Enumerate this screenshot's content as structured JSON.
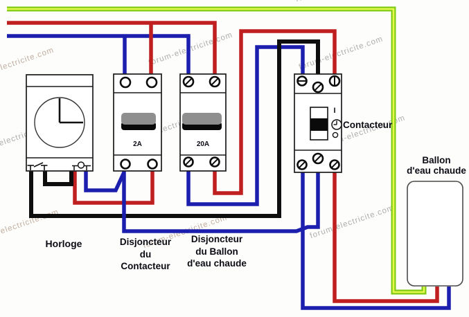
{
  "watermark": {
    "text": "forum-electricite.com"
  },
  "colors": {
    "red": "#bf1f1f",
    "blue": "#1c1fae",
    "green": "#7fca12",
    "green_core": "#e4f84e",
    "black": "#0e0e0e",
    "box": "#1a1a1a",
    "ballon_box": "#4a4a4a",
    "rocker_gray": "#8f8f8f",
    "label": "#0b0b14",
    "wm_gray": "#9a9a9a",
    "wm_tan": "#b29a87"
  },
  "labels": {
    "horloge": "Horloge",
    "disjoncteur_contacteur": [
      "Disjoncteur",
      "du",
      "Contacteur"
    ],
    "disjoncteur_ballon": [
      "Disjoncteur",
      "du Ballon",
      "d'eau chaude"
    ],
    "contacteur": "Contacteur",
    "ballon": [
      "Ballon",
      "d'eau chaude"
    ],
    "breaker_left_rating": "2A",
    "breaker_right_rating": "20A",
    "contactor_position_on": "I"
  }
}
